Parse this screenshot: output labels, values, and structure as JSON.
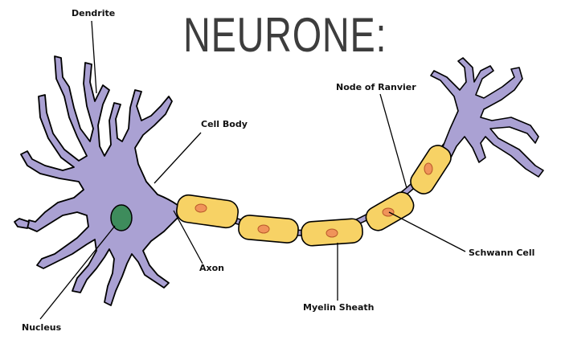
{
  "title": "NEURONE:",
  "labels": {
    "dendrite": "Dendrite",
    "cell_body": "Cell Body",
    "node_of_ranvier": "Node of Ranvier",
    "schwann_cell": "Schwann Cell",
    "axon": "Axon",
    "myelin_sheath": "Myelin Sheath",
    "nucleus": "Nucleus"
  },
  "colors": {
    "neuron_fill": "#aaa1d3",
    "outline": "#000000",
    "myelin_fill": "#f7d265",
    "schwann_nucleus": "#f0935a",
    "cell_nucleus": "#3e8c5c",
    "title_text": "#3d3d3d"
  }
}
